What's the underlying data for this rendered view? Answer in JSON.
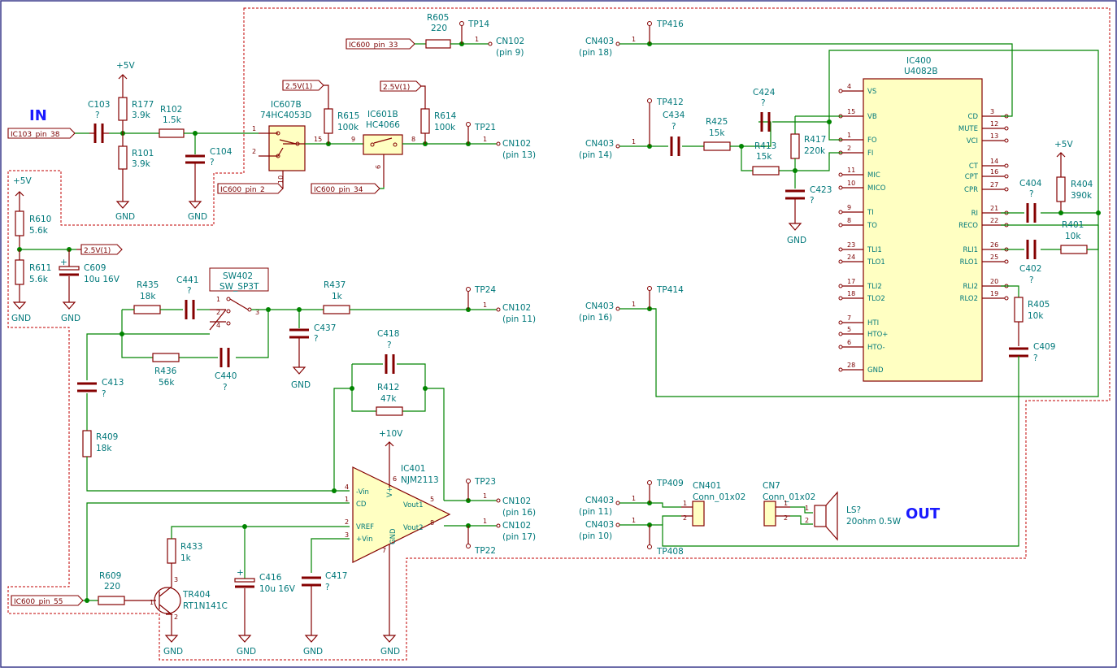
{
  "labels": {
    "in": "IN",
    "out": "OUT"
  },
  "power": {
    "v5": "+5V",
    "v10": "+10V",
    "gnd": "GND",
    "v25": "2.5V(1)"
  },
  "connectors": {
    "ic103_pin_38": "IC103_pin_38",
    "ic600_pin_33": "IC600_pin_33",
    "ic600_pin_2": "IC600_pin_2",
    "ic600_pin_34": "IC600_pin_34",
    "ic600_pin_55": "IC600_pin_55",
    "cn102": "CN102",
    "cn403": "CN403",
    "pin9": "(pin 9)",
    "pin13": "(pin 13)",
    "pin11": "(pin 11)",
    "pin16": "(pin 16)",
    "pin17": "(pin 17)",
    "pin18": "(pin 18)",
    "pin14": "(pin 14)",
    "pin16b": "(pin 16)",
    "pin11b": "(pin 11)",
    "pin10": "(pin 10)",
    "pin1": "1"
  },
  "testpoints": [
    "TP14",
    "TP21",
    "TP24",
    "TP23",
    "TP22",
    "TP416",
    "TP412",
    "TP414",
    "TP409",
    "TP408"
  ],
  "components": {
    "R605": {
      "ref": "R605",
      "val": "220"
    },
    "C103": {
      "ref": "C103",
      "val": "?"
    },
    "R177": {
      "ref": "R177",
      "val": "3.9k"
    },
    "R101": {
      "ref": "R101",
      "val": "3.9k"
    },
    "R102": {
      "ref": "R102",
      "val": "1.5k"
    },
    "C104": {
      "ref": "C104",
      "val": "?"
    },
    "IC607B": {
      "ref": "IC607B",
      "val": "74HC4053D"
    },
    "R615": {
      "ref": "R615",
      "val": "100k"
    },
    "IC601B": {
      "ref": "IC601B",
      "val": "HC4066"
    },
    "R614": {
      "ref": "R614",
      "val": "100k"
    },
    "R610": {
      "ref": "R610",
      "val": "5.6k"
    },
    "R611": {
      "ref": "R611",
      "val": "5.6k"
    },
    "C609": {
      "ref": "C609",
      "val": "10u 16V"
    },
    "R435": {
      "ref": "R435",
      "val": "18k"
    },
    "C441": {
      "ref": "C441",
      "val": "?"
    },
    "SW402": {
      "ref": "SW402",
      "val": "SW_SP3T"
    },
    "R437": {
      "ref": "R437",
      "val": "1k"
    },
    "C437": {
      "ref": "C437",
      "val": "?"
    },
    "R436": {
      "ref": "R436",
      "val": "56k"
    },
    "C440": {
      "ref": "C440",
      "val": "?"
    },
    "C413": {
      "ref": "C413",
      "val": "?"
    },
    "R409": {
      "ref": "R409",
      "val": "18k"
    },
    "C418": {
      "ref": "C418",
      "val": "?"
    },
    "R412": {
      "ref": "R412",
      "val": "47k"
    },
    "IC401": {
      "ref": "IC401",
      "val": "NJM2113"
    },
    "R433": {
      "ref": "R433",
      "val": "1k"
    },
    "C416": {
      "ref": "C416",
      "val": "10u 16V"
    },
    "C417": {
      "ref": "C417",
      "val": "?"
    },
    "R609": {
      "ref": "R609",
      "val": "220"
    },
    "TR404": {
      "ref": "TR404",
      "val": "RT1N141C"
    },
    "IC400": {
      "ref": "IC400",
      "val": "U4082B"
    },
    "C434": {
      "ref": "C434",
      "val": "?"
    },
    "R425": {
      "ref": "R425",
      "val": "15k"
    },
    "C424": {
      "ref": "C424",
      "val": "?"
    },
    "R413": {
      "ref": "R413",
      "val": "15k"
    },
    "R417": {
      "ref": "R417",
      "val": "220k"
    },
    "C423": {
      "ref": "C423",
      "val": "?"
    },
    "C404": {
      "ref": "C404",
      "val": "?"
    },
    "R404": {
      "ref": "R404",
      "val": "390k"
    },
    "R401": {
      "ref": "R401",
      "val": "10k"
    },
    "C402": {
      "ref": "C402",
      "val": "?"
    },
    "R405": {
      "ref": "R405",
      "val": "10k"
    },
    "C409": {
      "ref": "C409",
      "val": "?"
    },
    "CN401": {
      "ref": "CN401",
      "val": "Conn_01x02"
    },
    "CN7": {
      "ref": "CN7",
      "val": "Conn_01x02"
    },
    "LS": {
      "ref": "LS?",
      "val": "20ohm 0.5W"
    }
  },
  "ic400_left_pins": [
    {
      "num": "4",
      "name": "VS"
    },
    {
      "num": "15",
      "name": "VB"
    },
    {
      "num": "1",
      "name": "FO"
    },
    {
      "num": "2",
      "name": "FI"
    },
    {
      "num": "11",
      "name": "MIC"
    },
    {
      "num": "10",
      "name": "MICO"
    },
    {
      "num": "9",
      "name": "TI"
    },
    {
      "num": "8",
      "name": "TO"
    },
    {
      "num": "23",
      "name": "TLI1"
    },
    {
      "num": "24",
      "name": "TLO1"
    },
    {
      "num": "17",
      "name": "TLI2"
    },
    {
      "num": "18",
      "name": "TLO2"
    },
    {
      "num": "7",
      "name": "HTI"
    },
    {
      "num": "5",
      "name": "HTO+"
    },
    {
      "num": "6",
      "name": "HTO-"
    },
    {
      "num": "28",
      "name": "GND"
    }
  ],
  "ic400_right_pins": [
    {
      "num": "3",
      "name": "CD"
    },
    {
      "num": "12",
      "name": "MUTE"
    },
    {
      "num": "13",
      "name": "VCI"
    },
    {
      "num": "14",
      "name": "CT"
    },
    {
      "num": "16",
      "name": "CPT"
    },
    {
      "num": "27",
      "name": "CPR"
    },
    {
      "num": "21",
      "name": "RI"
    },
    {
      "num": "22",
      "name": "RECO"
    },
    {
      "num": "26",
      "name": "RLI1"
    },
    {
      "num": "25",
      "name": "RLO1"
    },
    {
      "num": "20",
      "name": "RLI2"
    },
    {
      "num": "19",
      "name": "RLO2"
    }
  ],
  "ic401_pins": {
    "vin_minus": "-Vin",
    "cd": "CD",
    "vref": "VREF",
    "vin_plus": "+Vin",
    "vout1": "Vout1",
    "vout2": "Vout2",
    "vplus": "V+",
    "gnd": "GND"
  },
  "sw_pins": [
    "1",
    "2",
    "3",
    "4"
  ],
  "pin_numbers": [
    "1",
    "2",
    "3",
    "4",
    "5",
    "6",
    "7",
    "8",
    "9",
    "10",
    "15"
  ],
  "colors": {
    "wire": "#008400",
    "component": "#840000",
    "text": "#00787a",
    "ic_fill": "#ffffc2",
    "title": "#1a1aff",
    "border": "#3a3a8c",
    "dashed": "#c00000"
  }
}
